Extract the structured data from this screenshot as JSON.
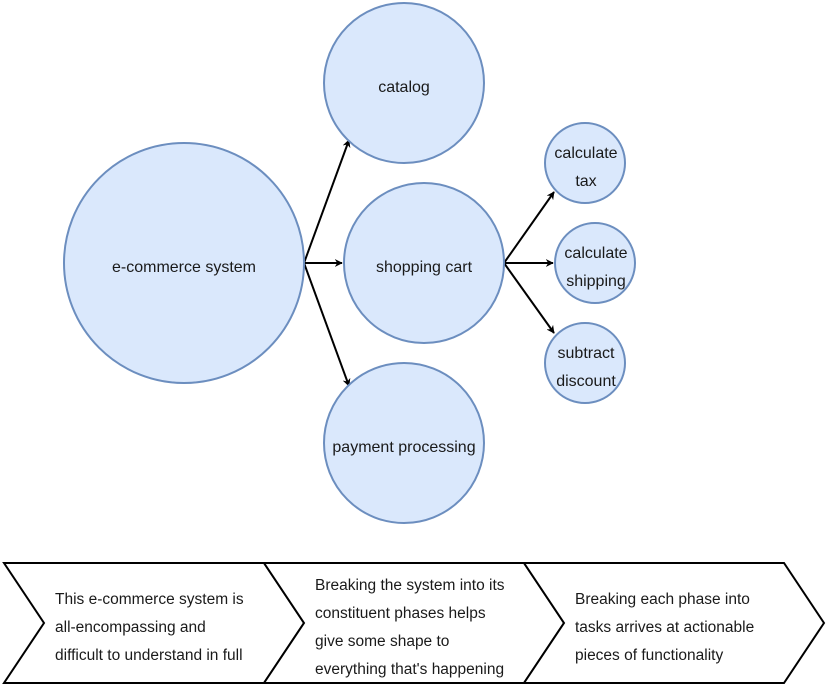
{
  "diagram": {
    "colors": {
      "node_fill": "#dae8fc",
      "node_stroke": "#6c8ebf",
      "edge": "#000000",
      "step_fill": "#ffffff",
      "step_stroke": "#000000"
    },
    "nodes": [
      {
        "id": "ecommerce",
        "lines": [
          "e-commerce system"
        ]
      },
      {
        "id": "catalog",
        "lines": [
          "catalog"
        ]
      },
      {
        "id": "cart",
        "lines": [
          "shopping cart"
        ]
      },
      {
        "id": "payment",
        "lines": [
          "payment processing"
        ]
      },
      {
        "id": "tax",
        "lines": [
          "calculate",
          "tax"
        ]
      },
      {
        "id": "shipping",
        "lines": [
          "calculate",
          "shipping"
        ]
      },
      {
        "id": "discount",
        "lines": [
          "subtract",
          "discount"
        ]
      }
    ],
    "edges": [
      {
        "from": "ecommerce",
        "to": "catalog"
      },
      {
        "from": "ecommerce",
        "to": "cart"
      },
      {
        "from": "ecommerce",
        "to": "payment"
      },
      {
        "from": "cart",
        "to": "tax"
      },
      {
        "from": "cart",
        "to": "shipping"
      },
      {
        "from": "cart",
        "to": "discount"
      }
    ],
    "steps": [
      {
        "lines": [
          "This e-commerce system is",
          "all-encompassing and",
          "difficult to understand in full"
        ]
      },
      {
        "lines": [
          "Breaking the system into its",
          "constituent phases helps",
          "give some shape to",
          "everything that's happening"
        ]
      },
      {
        "lines": [
          "Breaking each phase into",
          "tasks arrives at actionable",
          "pieces of functionality"
        ]
      }
    ]
  }
}
